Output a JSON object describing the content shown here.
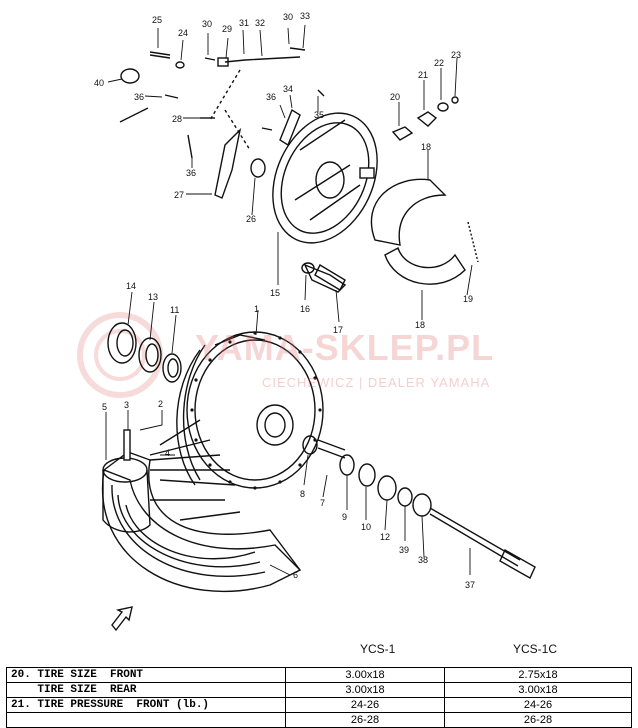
{
  "watermark": {
    "logo": "YAMA-SKLEP.PL",
    "subtitle": "CIECHEWICZ | DEALER YAMAHA"
  },
  "callouts": [
    "25",
    "24",
    "30",
    "29",
    "31",
    "32",
    "30",
    "33",
    "40",
    "36",
    "36",
    "34",
    "35",
    "28",
    "36",
    "27",
    "26",
    "15",
    "20",
    "21",
    "22",
    "23",
    "18",
    "19",
    "18",
    "16",
    "17",
    "14",
    "13",
    "11",
    "1",
    "2",
    "3",
    "5",
    "4",
    "6",
    "8",
    "7",
    "9",
    "10",
    "12",
    "39",
    "38",
    "37"
  ],
  "columns": [
    "YCS-1",
    "YCS-1C"
  ],
  "spec_rows": [
    {
      "label": "20. TIRE SIZE  FRONT",
      "v1": "3.00x18",
      "v2": "2.75x18"
    },
    {
      "label": "    TIRE SIZE  REAR",
      "v1": "3.00x18",
      "v2": "3.00x18"
    },
    {
      "label": "21. TIRE PRESSURE  FRONT (lb.)",
      "v1": "24-26",
      "v2": "24-26"
    },
    {
      "label": "",
      "v1": "26-28",
      "v2": "26-28"
    }
  ]
}
